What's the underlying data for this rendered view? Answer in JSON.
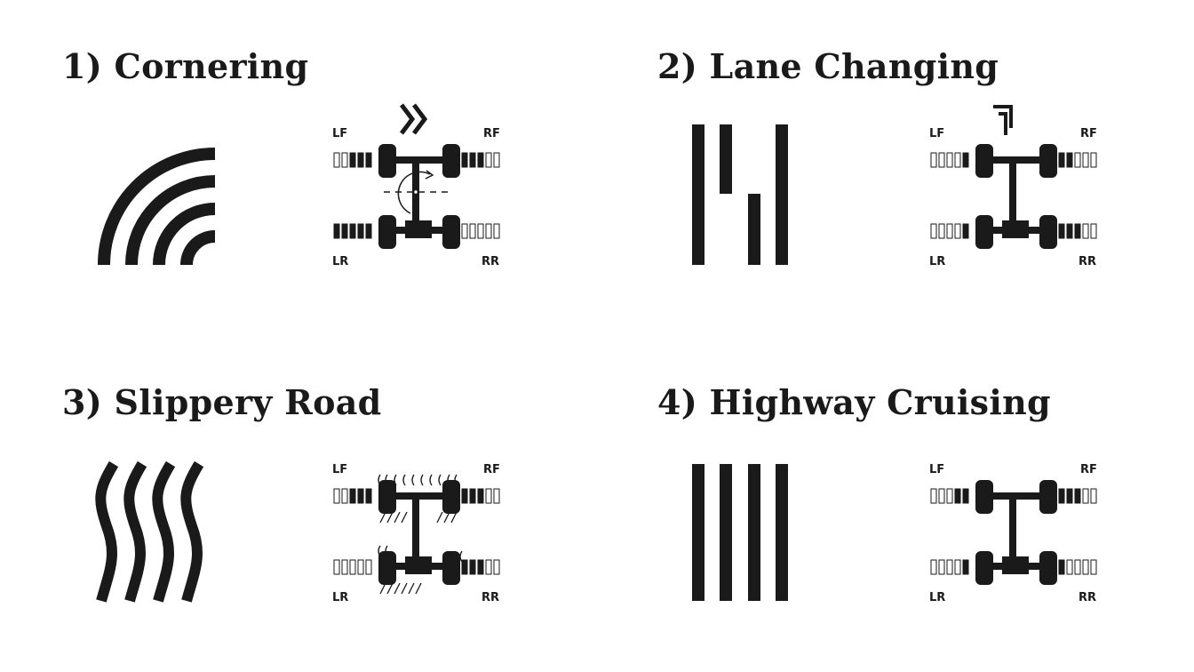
{
  "panels": [
    {
      "id": "cornering",
      "title": "1) Cornering",
      "road_icon": "curved-road-icon",
      "indicator_icon": "double-chevron-right-icon",
      "labels": {
        "lf": "LF",
        "rf": "RF",
        "lr": "LR",
        "rr": "RR"
      },
      "load_bars": {
        "lf": 3,
        "rf": 3,
        "lr": 5,
        "rr": 0
      }
    },
    {
      "id": "lane-changing",
      "title": "2) Lane Changing",
      "road_icon": "lane-change-road-icon",
      "indicator_icon": "double-corner-arrow-icon",
      "labels": {
        "lf": "LF",
        "rf": "RF",
        "lr": "LR",
        "rr": "RR"
      },
      "load_bars": {
        "lf": 1,
        "rf": 2,
        "lr": 1,
        "rr": 3
      }
    },
    {
      "id": "slippery-road",
      "title": "3) Slippery Road",
      "road_icon": "wavy-road-icon",
      "indicator_icon": "slip-lines-icon",
      "labels": {
        "lf": "LF",
        "rf": "RF",
        "lr": "LR",
        "rr": "RR"
      },
      "load_bars": {
        "lf": 3,
        "rf": 3,
        "lr": 0,
        "rr": 3
      }
    },
    {
      "id": "highway-cruising",
      "title": "4) Highway Cruising",
      "road_icon": "straight-road-icon",
      "indicator_icon": "",
      "labels": {
        "lf": "LF",
        "rf": "RF",
        "lr": "LR",
        "rr": "RR"
      },
      "load_bars": {
        "lf": 2,
        "rf": 3,
        "lr": 1,
        "rr": 1
      }
    }
  ],
  "colors": {
    "ink": "#1a1a1a",
    "background": "#ffffff"
  }
}
